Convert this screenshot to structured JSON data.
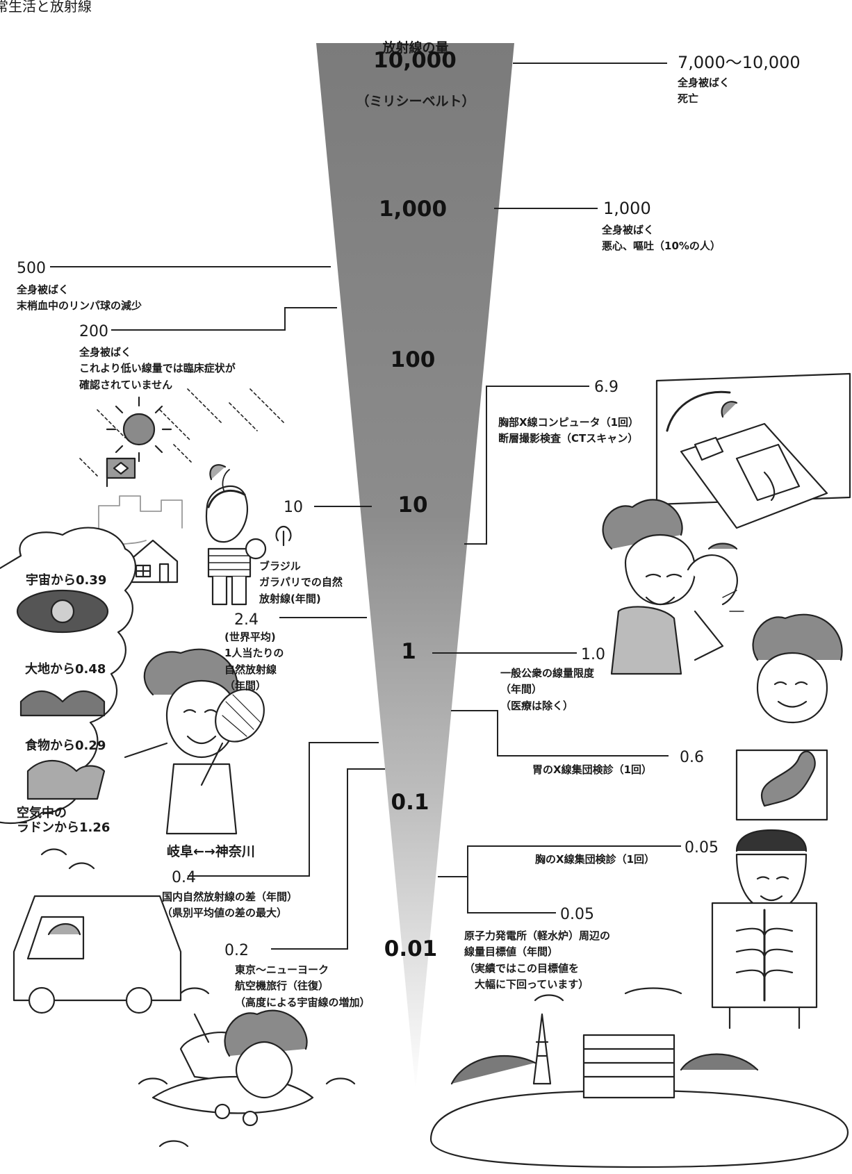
{
  "header": {
    "corner_text": "常生活と放射線",
    "title_line1": "放射線の量",
    "title_line2": "（ミリシーベルト）"
  },
  "scale_labels": [
    "10,000",
    "1,000",
    "100",
    "10",
    "1",
    "0.1",
    "0.01"
  ],
  "entries": {
    "e10000": {
      "value": "7,000〜10,000",
      "desc": "全身被ばく\n死亡"
    },
    "e1000": {
      "value": "1,000",
      "desc": "全身被ばく\n悪心、嘔吐（10%の人）"
    },
    "e500": {
      "value": "500",
      "desc": "全身被ばく\n末梢血中のリンパ球の減少"
    },
    "e200": {
      "value": "200",
      "desc": "全身被ばく\nこれより低い線量では臨床症状が\n確認されていません"
    },
    "e6_9": {
      "value": "6.9",
      "desc": "胸部X線コンピュータ（1回）\n断層撮影検査（CTスキャン）"
    },
    "e10": {
      "value": "10",
      "desc": "ブラジル\nガラパリでの自然\n放射線(年間)"
    },
    "e2_4": {
      "value": "2.4",
      "desc": "(世界平均)\n1人当たりの\n自然放射線\n（年間）"
    },
    "e1_0": {
      "value": "1.0",
      "desc": "一般公衆の線量限度\n（年間）\n（医療は除く）"
    },
    "e0_6": {
      "value": "0.6",
      "desc": "胃のX線集団検診（1回）"
    },
    "e0_4": {
      "value": "0.4",
      "route": "岐阜←→神奈川",
      "desc": "国内自然放射線の差（年間）\n（県別平均値の差の最大）"
    },
    "e0_05a": {
      "value": "0.05",
      "desc": "胸のX線集団検診（1回）"
    },
    "e0_05b": {
      "value": "0.05",
      "desc": "原子力発電所（軽水炉）周辺の\n線量目標値（年間）\n（実績ではこの目標値を\n　大幅に下回っています）"
    },
    "e0_2": {
      "value": "0.2",
      "desc": "東京〜ニューヨーク\n航空機旅行（往復）\n（高度による宇宙線の増加）"
    }
  },
  "bubble": {
    "space": "宇宙から0.39",
    "ground": "大地から0.48",
    "food": "食物から0.29",
    "radon": "空気中の\nラドンから1.26"
  }
}
